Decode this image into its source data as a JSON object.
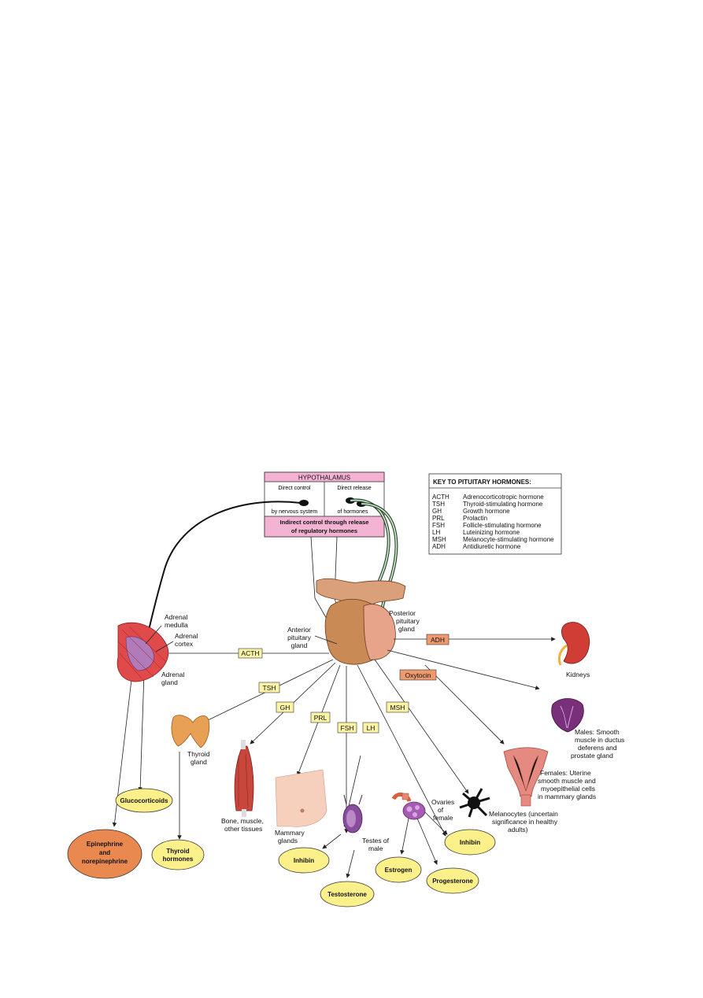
{
  "hypothalamus": {
    "title": "HYPOTHALAMUS",
    "left_top": "Direct control",
    "left_bottom": "by nervous system",
    "right_top": "Direct release",
    "right_bottom": "of hormones",
    "bottom_line1": "Indirect control through release",
    "bottom_line2": "of regulatory hormones"
  },
  "key": {
    "title": "KEY TO PITUITARY HORMONES:",
    "rows": [
      {
        "abbr": "ACTH",
        "name": "Adrenocorticotropic hormone"
      },
      {
        "abbr": "TSH",
        "name": "Thyroid-stimulating hormone"
      },
      {
        "abbr": "GH",
        "name": "Growth hormone"
      },
      {
        "abbr": "PRL",
        "name": "Prolactin"
      },
      {
        "abbr": "FSH",
        "name": "Follicle-stimulating hormone"
      },
      {
        "abbr": "LH",
        "name": "Luteinizing hormone"
      },
      {
        "abbr": "MSH",
        "name": "Melanocyte-stimulating hormone"
      },
      {
        "abbr": "ADH",
        "name": "Antidiuretic hormone"
      }
    ]
  },
  "pituitary": {
    "anterior": [
      "Anterior",
      "pituitary",
      "gland"
    ],
    "posterior": [
      "Posterior",
      "pituitary",
      "gland"
    ]
  },
  "hormone_tags": {
    "acth": "ACTH",
    "tsh": "TSH",
    "gh": "GH",
    "prl": "PRL",
    "fsh": "FSH",
    "lh": "LH",
    "msh": "MSH",
    "adh": "ADH",
    "oxytocin": "Oxytocin"
  },
  "targets": {
    "adrenal_medulla": [
      "Adrenal",
      "medulla"
    ],
    "adrenal_cortex": [
      "Adrenal",
      "cortex"
    ],
    "adrenal_gland": [
      "Adrenal",
      "gland"
    ],
    "thyroid": [
      "Thyroid",
      "gland"
    ],
    "bone": [
      "Bone, muscle,",
      "other tissues"
    ],
    "mammary": [
      "Mammary",
      "glands"
    ],
    "testes": [
      "Testes of",
      "male"
    ],
    "ovaries": [
      "Ovaries",
      "of",
      "female"
    ],
    "melanocytes": [
      "Melanocytes (uncertain",
      "significance in healthy",
      "adults)"
    ],
    "kidneys": "Kidneys",
    "males": [
      "Males: Smooth",
      "muscle in ductus",
      "deferens and",
      "prostate gland"
    ],
    "females": [
      "Females: Uterine",
      "smooth muscle and",
      "myoepithelial cells",
      "in mammary glands"
    ]
  },
  "outputs": {
    "epinephrine": [
      "Epinephrine",
      "and",
      "norepinephrine"
    ],
    "glucocorticoids": "Glucocorticoids",
    "thyroid_hormones": [
      "Thyroid",
      "hormones"
    ],
    "inhibin_male": "Inhibin",
    "testosterone": "Testosterone",
    "estrogen": "Estrogen",
    "progesterone": "Progesterone",
    "inhibin_female": "Inhibin"
  },
  "colors": {
    "hypothalamus_pink": "#f4b3d3",
    "tag_yellow": "#fbf3a6",
    "tag_orange": "#ef9a6e",
    "output_yellow": "#fbf08a",
    "output_orange": "#e9894f",
    "pituitary_brown": "#c98a55"
  }
}
